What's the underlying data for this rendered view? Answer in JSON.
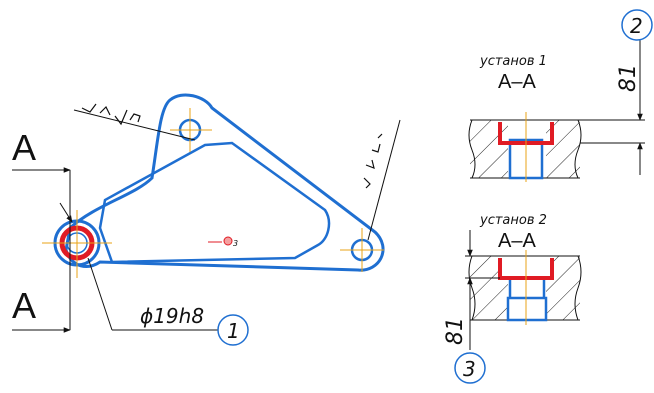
{
  "colors": {
    "outline": "#1f6fd1",
    "highlight": "#e01b24",
    "center_line": "#e8a317",
    "ink": "#111111",
    "hatch": "#222222"
  },
  "main_view": {
    "section_mark_top": "A",
    "section_mark_bottom": "A",
    "diameter_dimension": "ϕ19h8",
    "callout_1": "1",
    "center_point_label": "3"
  },
  "section_1": {
    "setup_label": "установ 1",
    "section_title": "А–А",
    "dimension": "81",
    "callout": "2"
  },
  "section_2": {
    "setup_label": "установ 2",
    "section_title": "А–А",
    "dimension": "81",
    "callout": "3"
  }
}
